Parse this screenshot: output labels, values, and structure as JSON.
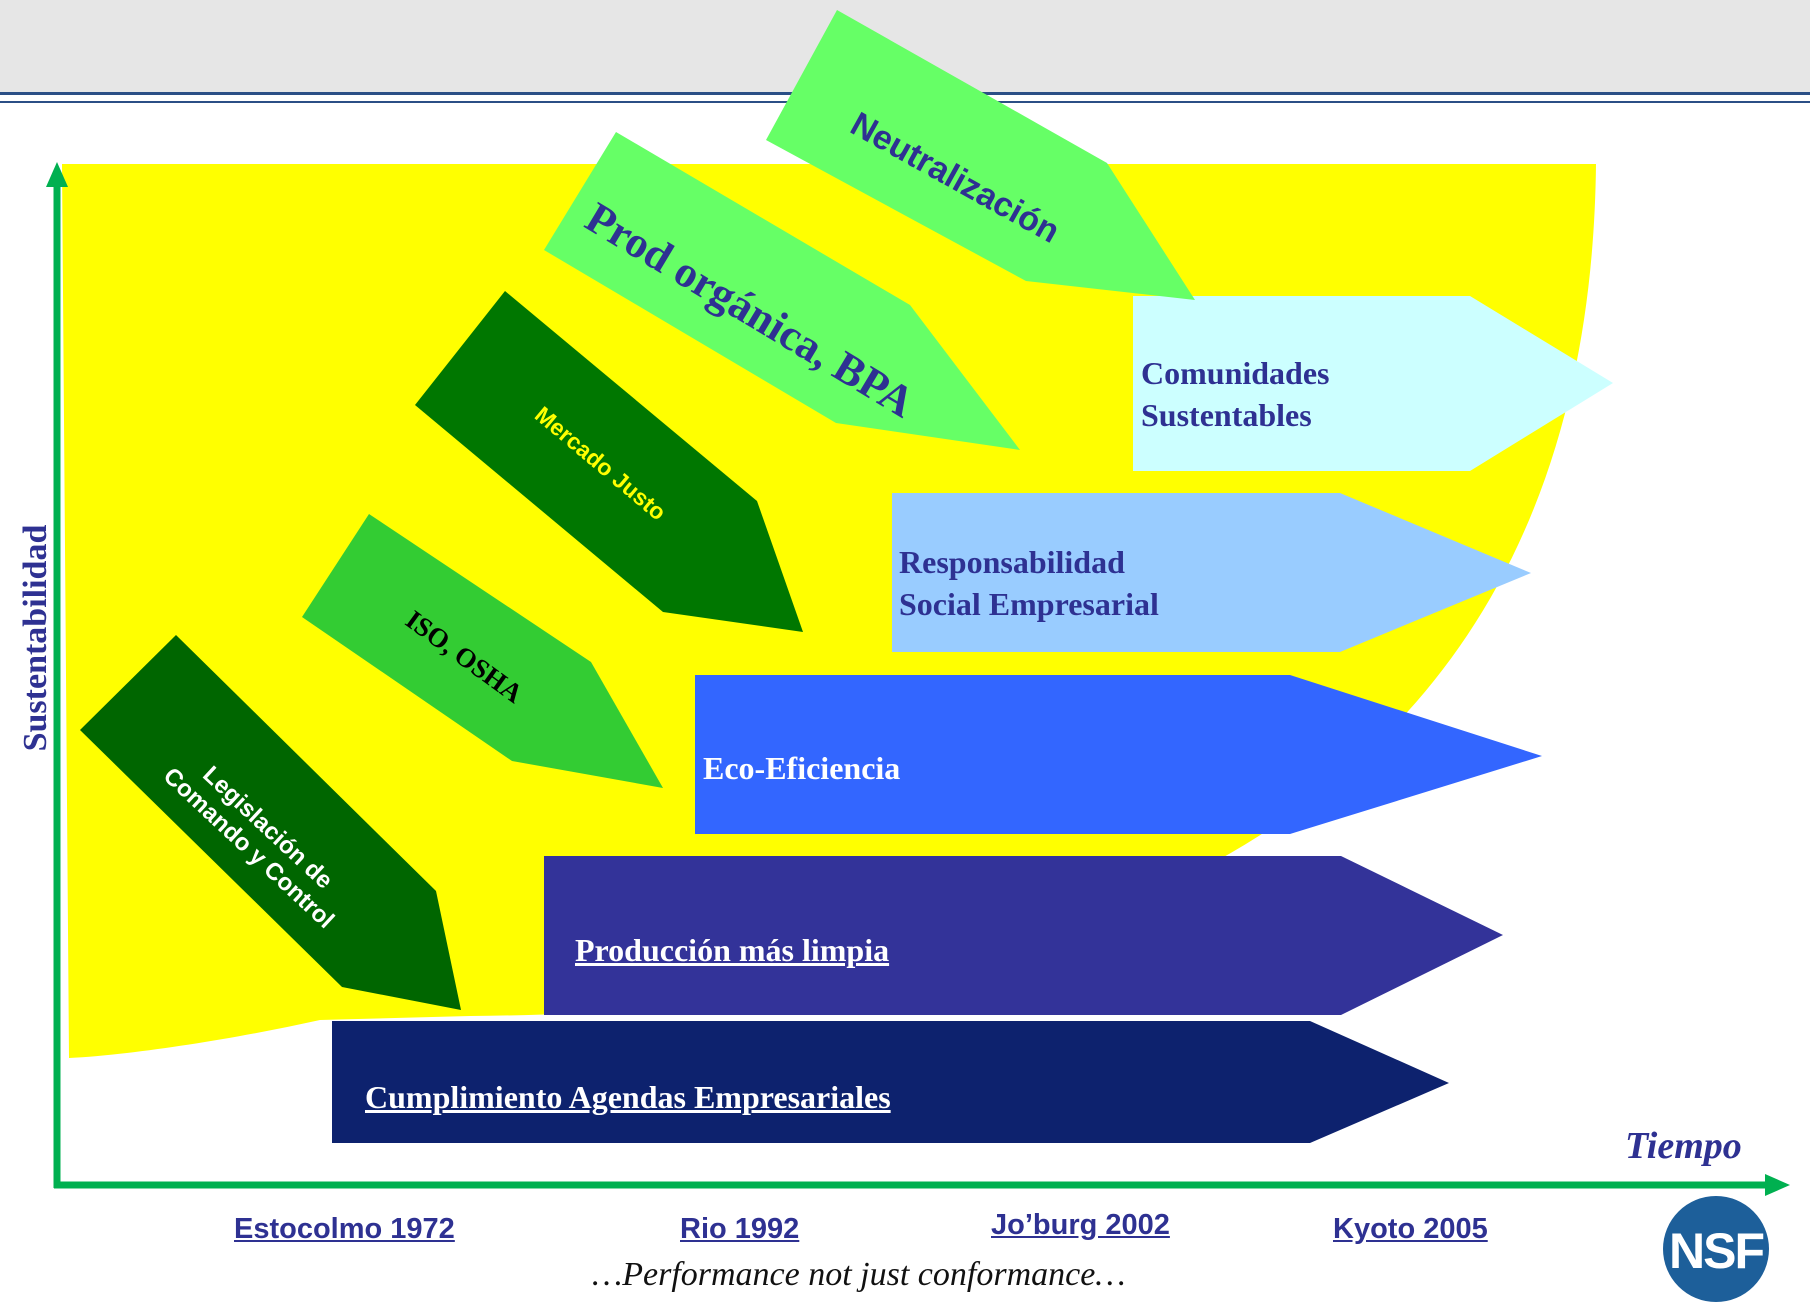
{
  "diagram": {
    "y_axis_label": "Sustentabilidad",
    "x_axis_label": "Tiempo",
    "tagline": "…Performance not just conformance…",
    "logo_text": "NSF",
    "events": [
      "Estocolmo 1972",
      "Rio 1992",
      "Jo’burg 2002",
      "Kyoto 2005"
    ],
    "horizontal_arrows": [
      {
        "lines": [
          "Comunidades",
          "Sustentables"
        ],
        "color": "#ccffff"
      },
      {
        "lines": [
          "Responsabilidad",
          "Social Empresarial"
        ],
        "color": "#99ccff"
      },
      {
        "lines": [
          "Eco-Eficiencia"
        ],
        "color": "#3366ff"
      },
      {
        "lines": [
          "Producción más limpia"
        ],
        "color": "#333399"
      },
      {
        "lines": [
          "Cumplimiento Agendas Empresariales"
        ],
        "color": "#0d226e"
      }
    ],
    "diagonal_arrows": [
      {
        "lines": [
          "Neutralización"
        ],
        "color": "#66ff66"
      },
      {
        "lines": [
          "Prod orgánica, BPA"
        ],
        "color": "#66ff66"
      },
      {
        "lines": [
          "Mercado Justo"
        ],
        "color": "#007700"
      },
      {
        "lines": [
          "ISO, OSHA"
        ],
        "color": "#33cc33"
      },
      {
        "lines": [
          "Legislación de",
          "Comando y Control"
        ],
        "color": "#006600"
      }
    ],
    "colors": {
      "background_shape": "#ffff00",
      "axis": "#00b050",
      "label_text": "#2e3192",
      "header_band": "#e6e6e6",
      "header_rule": "#2b4f86",
      "logo": "#1d5f9a"
    }
  }
}
